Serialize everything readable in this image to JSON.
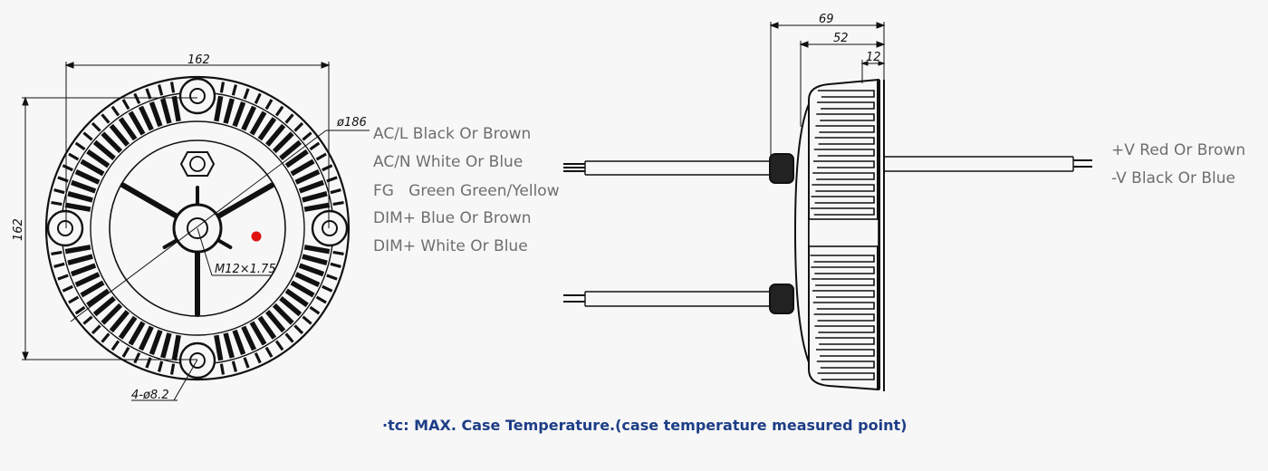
{
  "front_view": {
    "dim_width": "162",
    "dim_height": "162",
    "dim_diameter": "ø186",
    "dim_thread": "M12×1.75",
    "dim_holes": "4-ø8.2"
  },
  "side_view": {
    "dim_total": "69",
    "dim_body": "52",
    "dim_flange": "12"
  },
  "input_wires": [
    "AC/L Black Or Brown",
    "AC/N White Or Blue",
    "FG   Green Green/Yellow",
    "DIM+ Blue Or Brown",
    "DIM+ White Or Blue"
  ],
  "output_wires": [
    "+V Red Or Brown",
    "-V Black Or Blue"
  ],
  "footnote": "·tc: MAX. Case Temperature.(case temperature measured point)",
  "colors": {
    "line": "#111111",
    "tc_point": "#e01010",
    "label_text": "#6e6e6e",
    "footnote_text": "#1d3e86"
  }
}
